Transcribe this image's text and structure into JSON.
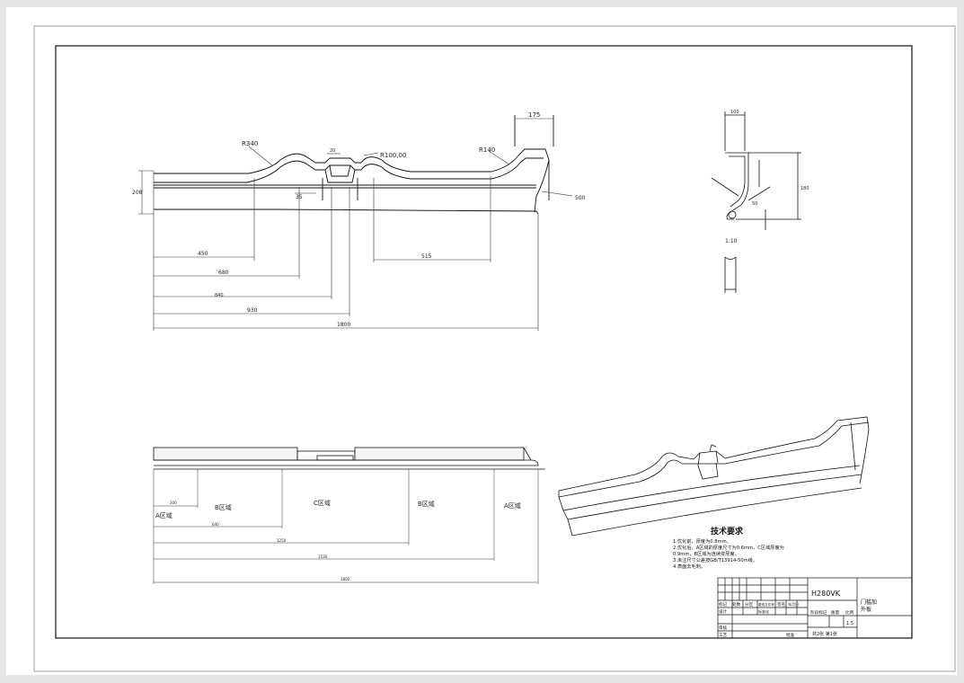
{
  "side_view": {
    "radius_labels": [
      "R340",
      "R100,00",
      "R140"
    ],
    "dims": {
      "d175": "175",
      "d208": "208",
      "d35": "35",
      "d20": "20",
      "d500": "500",
      "d450": "450",
      "d680": "680",
      "d840": "840",
      "d930": "930",
      "d1800": "1800",
      "d515": "515"
    }
  },
  "section_view": {
    "scale": "1:10",
    "dims": {
      "top": "100",
      "height": "180",
      "small": "50"
    }
  },
  "region_view": {
    "zones": [
      "A区域",
      "B区域",
      "C区域",
      "B区域",
      "A区域"
    ],
    "dims": {
      "d1": "300",
      "d2": "640",
      "d3": "1250",
      "d4": "1530",
      "d5": "1800"
    }
  },
  "tech_notes": {
    "title": "技术要求",
    "lines": [
      "1.优化前，厚度为0.8mm。",
      "2.优化后，A区域的厚度尺寸为0.6mm，C区域厚度为",
      "  0.9mm，B区域为连续变厚度。",
      "3.未注尺寸公差按GB/T13914-50m级。",
      "4.表面去毛刺。"
    ]
  },
  "title_block": {
    "part_code": "H280VK",
    "part_name_1": "门槛加",
    "part_name_2": "外板",
    "marker_row": [
      "标记",
      "处数",
      "分区",
      "更改文件号",
      "签名",
      "年月日"
    ],
    "design_label": "设计",
    "standard_label": "标准化",
    "review_label": "审核",
    "process_label": "工艺",
    "approve_label": "批准",
    "stage_label": "阶段标记",
    "weight_label": "质量",
    "ratio_label": "比例",
    "scale_value": "1:5",
    "sheet_info": "共2张 第1张"
  }
}
